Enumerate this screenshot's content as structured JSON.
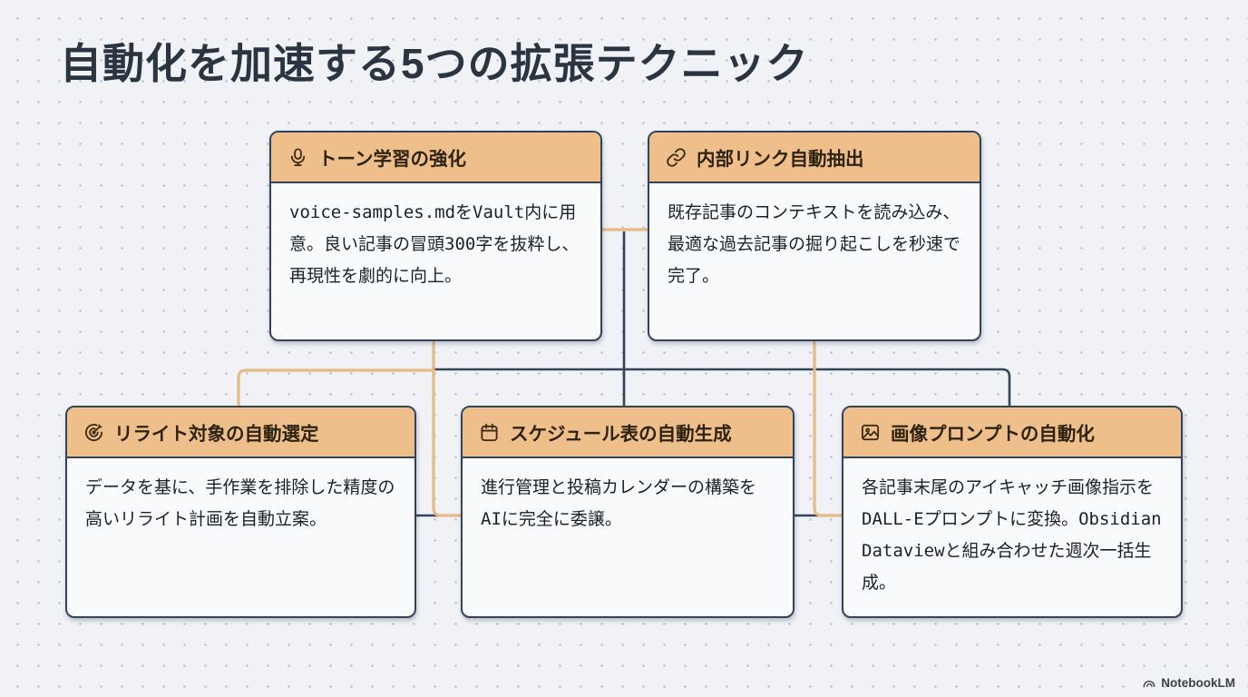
{
  "page": {
    "title": "自動化を加速する5つの拡張テクニック"
  },
  "cards": [
    {
      "id": "tone",
      "icon": "microphone-icon",
      "title": "トーン学習の強化",
      "body": "voice-samples.mdをVault内に用意。良い記事の冒頭300字を抜粋し、再現性を劇的に向上。"
    },
    {
      "id": "internal-links",
      "icon": "link-icon",
      "title": "内部リンク自動抽出",
      "body": "既存記事のコンテキストを読み込み、最適な過去記事の掘り起こしを秒速で完了。"
    },
    {
      "id": "rewrite",
      "icon": "target-icon",
      "title": "リライト対象の自動選定",
      "body": "データを基に、手作業を排除した精度の高いリライト計画を自動立案。"
    },
    {
      "id": "schedule",
      "icon": "calendar-icon",
      "title": "スケジュール表の自動生成",
      "body": "進行管理と投稿カレンダーの構築をAIに完全に委譲。"
    },
    {
      "id": "image-prompt",
      "icon": "image-icon",
      "title": "画像プロンプトの自動化",
      "body": "各記事末尾のアイキャッチ画像指示をDALL-Eプロンプトに変換。Obsidian Dataviewと組み合わせた週次一括生成。"
    }
  ],
  "edges": [
    {
      "from": "tone",
      "to": "internal-links",
      "color": "orange"
    },
    {
      "from": "tone",
      "to": "rewrite",
      "color": "orange"
    },
    {
      "from": "tone",
      "to": "schedule",
      "color": "orange"
    },
    {
      "from": "internal-links",
      "to": "image-prompt",
      "color": "orange"
    },
    {
      "from": "rewrite",
      "to": "schedule",
      "color": "navy"
    },
    {
      "from": "schedule",
      "to": "image-prompt",
      "color": "navy"
    }
  ],
  "colors": {
    "background": "#f0f2f5",
    "dot_grid": "#b7bdc7",
    "card_header_bg": "#efbf8b",
    "card_body_bg": "#f8fafb",
    "card_border": "#31445b",
    "edge_navy": "#31445b",
    "edge_orange": "#e7ba85",
    "title_text": "#2b3542",
    "header_text": "#2e2310",
    "body_text": "#1c2128"
  },
  "footer": {
    "brand": "NotebookLM"
  }
}
